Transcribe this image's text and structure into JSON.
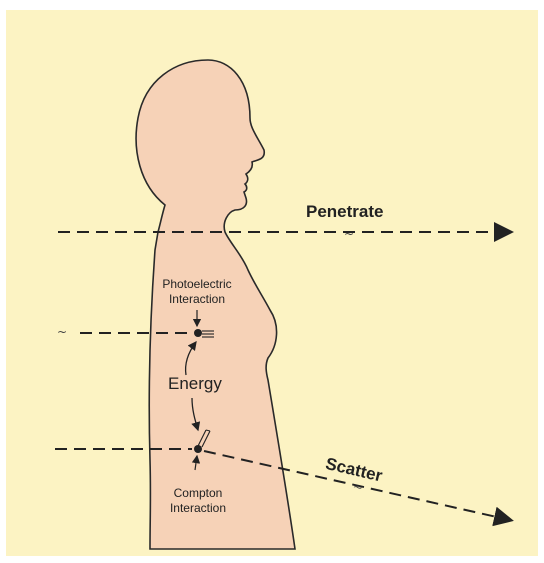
{
  "labels": {
    "penetrate": "Penetrate",
    "scatter": "Scatter",
    "energy": "Energy",
    "photoelectric_line1": "Photoelectric",
    "photoelectric_line2": "Interaction",
    "compton_line1": "Compton",
    "compton_line2": "Interaction"
  },
  "colors": {
    "background": "#fcf3c3",
    "body_fill": "#f6d2b7",
    "body_outline": "#2a2a2a",
    "lines": "#222222"
  }
}
